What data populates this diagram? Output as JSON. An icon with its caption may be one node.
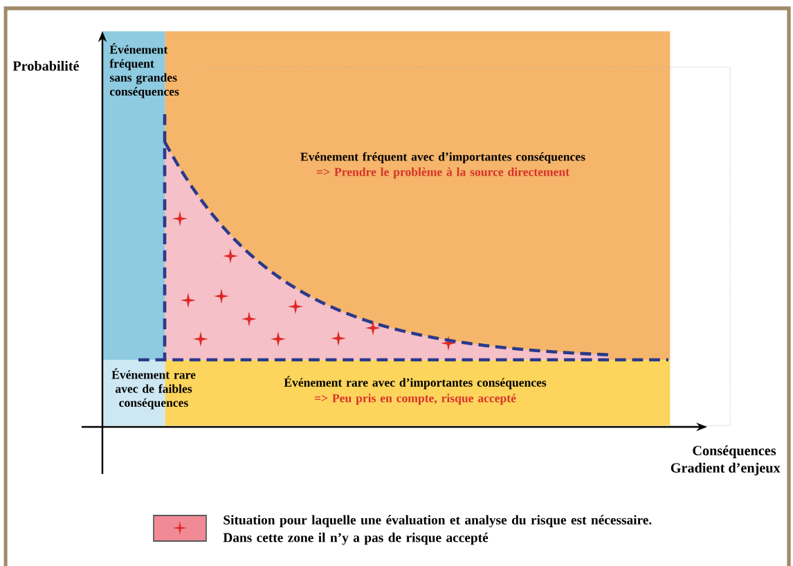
{
  "diagram": {
    "nodes": [
      {
        "text": [
          "Événement fréquent sans grandes conséquences"
        ]
      },
      {
        "text": [
          "Evénement fréquent avec d’importantes conséquences",
          "=> Prendre le problème à la source directement"
        ]
      },
      {
        "text": [
          "Événement rare avec de faibles conséquences"
        ]
      },
      {
        "text": [
          "Événement rare avec d’importantes conséquences",
          "=> Peu pris en compte, risque accepté"
        ]
      }
    ],
    "labels": [
      "Probabilité",
      "Conséquences",
      "Gradient d’enjeux"
    ],
    "legend": [
      {
        "text": "Situation pour laquelle une évaluation et analyse du risque est nécessaire. Dans cette zone il n’y a pas de risque accepté",
        "color": "#f08a94"
      }
    ]
  }
}
